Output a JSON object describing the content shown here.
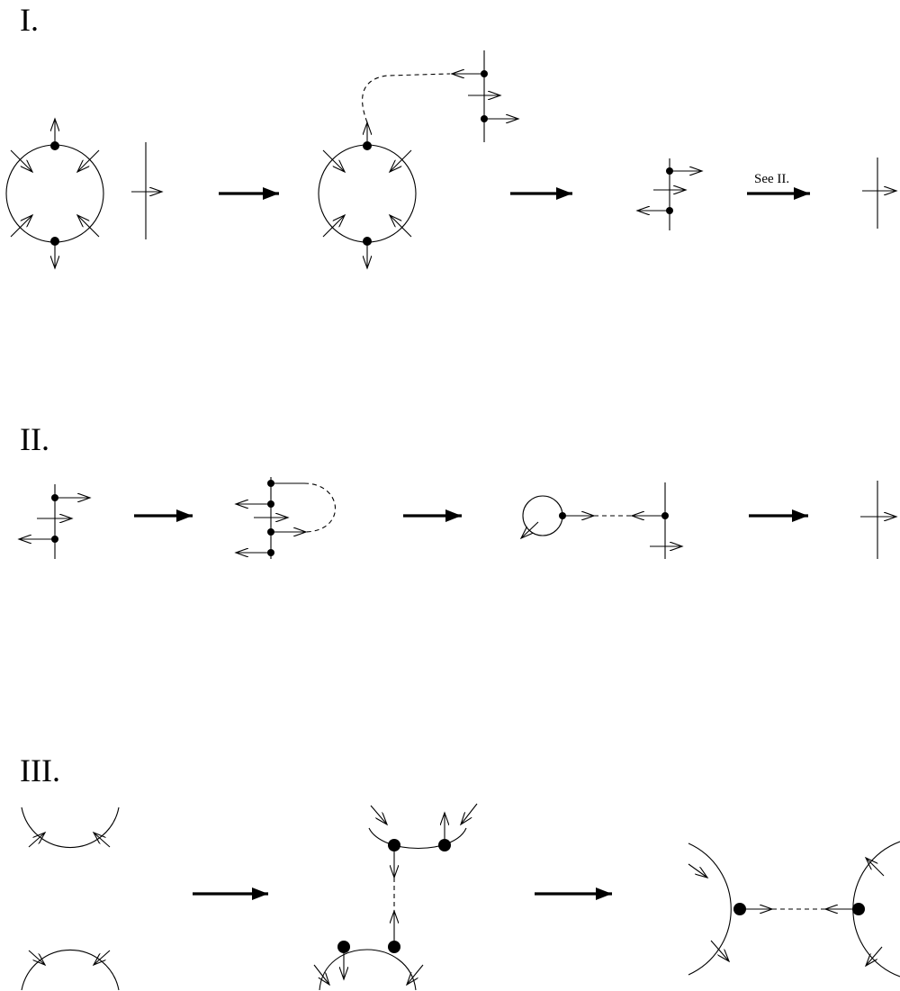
{
  "sections": [
    {
      "label": "I."
    },
    {
      "label": "II."
    },
    {
      "label": "III."
    }
  ],
  "annotations": {
    "see_ii": "See II."
  }
}
